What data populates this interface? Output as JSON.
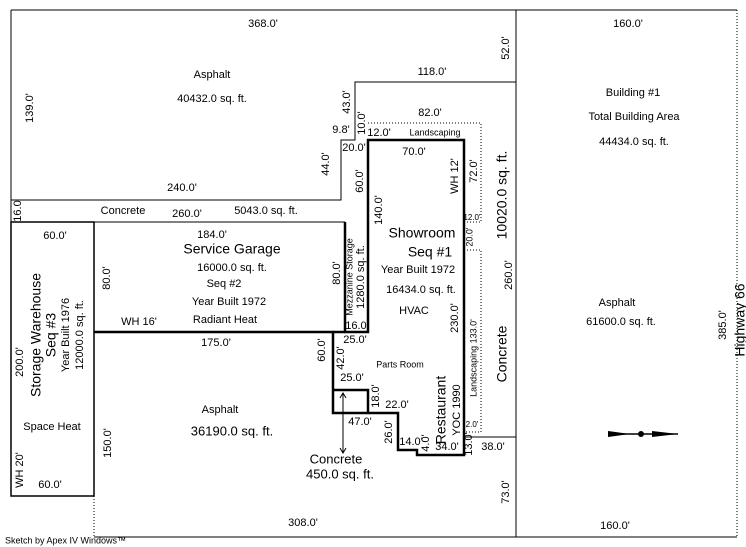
{
  "top_asphalt": {
    "label": "Asphalt",
    "area": "40432.0 sq. ft.",
    "dim_top": "368.0'",
    "dim_left": "139.0'",
    "dim_118": "118.0'",
    "dim_52": "52.0'",
    "dim_43": "43.0'",
    "dim_9_8": "9.8'",
    "dim_10": "10.0'",
    "dim_44": "44.0'",
    "dim_20": "20.0'",
    "dim_240": "240.0'"
  },
  "concrete_strip": {
    "dim_16": "16.0",
    "label": "Concrete",
    "dim_260": "260.0'",
    "area": "5043.0 sq. ft."
  },
  "showroom": {
    "title": "Showroom",
    "seq": "Seq #1",
    "year": "Year Built 1972",
    "area": "16434.0 sq. ft.",
    "hvac": "HVAC",
    "dim_12": "12.0'",
    "landscaping": "Landscaping",
    "dim_82": "82.0'",
    "dim_70": "70.0'",
    "wh": "WH 12'",
    "dim_72": "72.0'",
    "dim_60": "60.0'",
    "dim_140": "140.0'",
    "dim_12b": "12.0'",
    "dim_20": "20.0'",
    "dim_230": "230.0'",
    "landscaping_133": "Landscaping 133.0'",
    "dim_2": "2.0'"
  },
  "concrete_right": {
    "area": "10020.0 sq. ft.",
    "dim_260": "260.0'",
    "label": "Concrete"
  },
  "restaurant": {
    "title": "Restaurant",
    "yoc": "YOC 1990",
    "dim_26": "26.0'",
    "dim_14": "14.0'",
    "dim_4": "4.0'",
    "dim_34": "34.0'",
    "dim_13": "13.0'",
    "dim_38": "38.0'"
  },
  "mezzanine": {
    "title": "Mezzanine Storage",
    "area": "1280.0 sq. ft.",
    "dim_80": "80.0'",
    "dim_16": "16.0'"
  },
  "parts_room": {
    "title": "Parts Room",
    "dim_25a": "25.0'",
    "dim_42": "42.0'",
    "dim_25b": "25.0'",
    "dim_60": "60.0'",
    "dim_18": "18.0'",
    "dim_22": "22.0'",
    "dim_47": "47.0'"
  },
  "concrete_small": {
    "label": "Concrete",
    "area": "450.0 sq. ft."
  },
  "service_garage": {
    "dim_184": "184.0'",
    "title": "Service Garage",
    "area": "16000.0 sq. ft.",
    "seq": "Seq #2",
    "year": "Year Built 1972",
    "heat": "Radiant Heat",
    "wh": "WH 16'",
    "dim_80": "80.0'"
  },
  "bottom_asphalt": {
    "dim_175": "175.0'",
    "label": "Asphalt",
    "area": "36190.0 sq. ft.",
    "dim_150": "150.0'",
    "dim_308": "308.0'",
    "dim_73": "73.0'"
  },
  "storage": {
    "dim_60_top": "60.0'",
    "dim_200": "200.0'",
    "title": "Storage Warehouse",
    "seq": "Seq #3",
    "year": "Year Built 1976",
    "area": "12000.0 sq. ft.",
    "heat": "Space Heat",
    "wh": "WH 20'",
    "dim_60_bottom": "60.0'"
  },
  "right_lot": {
    "dim_160_top": "160.0'",
    "building": "Building #1",
    "total_label": "Total Building Area",
    "total_area": "44434.0 sq. ft.",
    "asphalt": "Asphalt",
    "asphalt_area": "61600.0 sq. ft.",
    "dim_385": "385.0'",
    "highway": "Highway 66",
    "dim_160_bottom": "160.0'"
  },
  "footer": "Sketch by Apex IV Windows™",
  "icons": {
    "compass": "compass-arrow-icon"
  }
}
